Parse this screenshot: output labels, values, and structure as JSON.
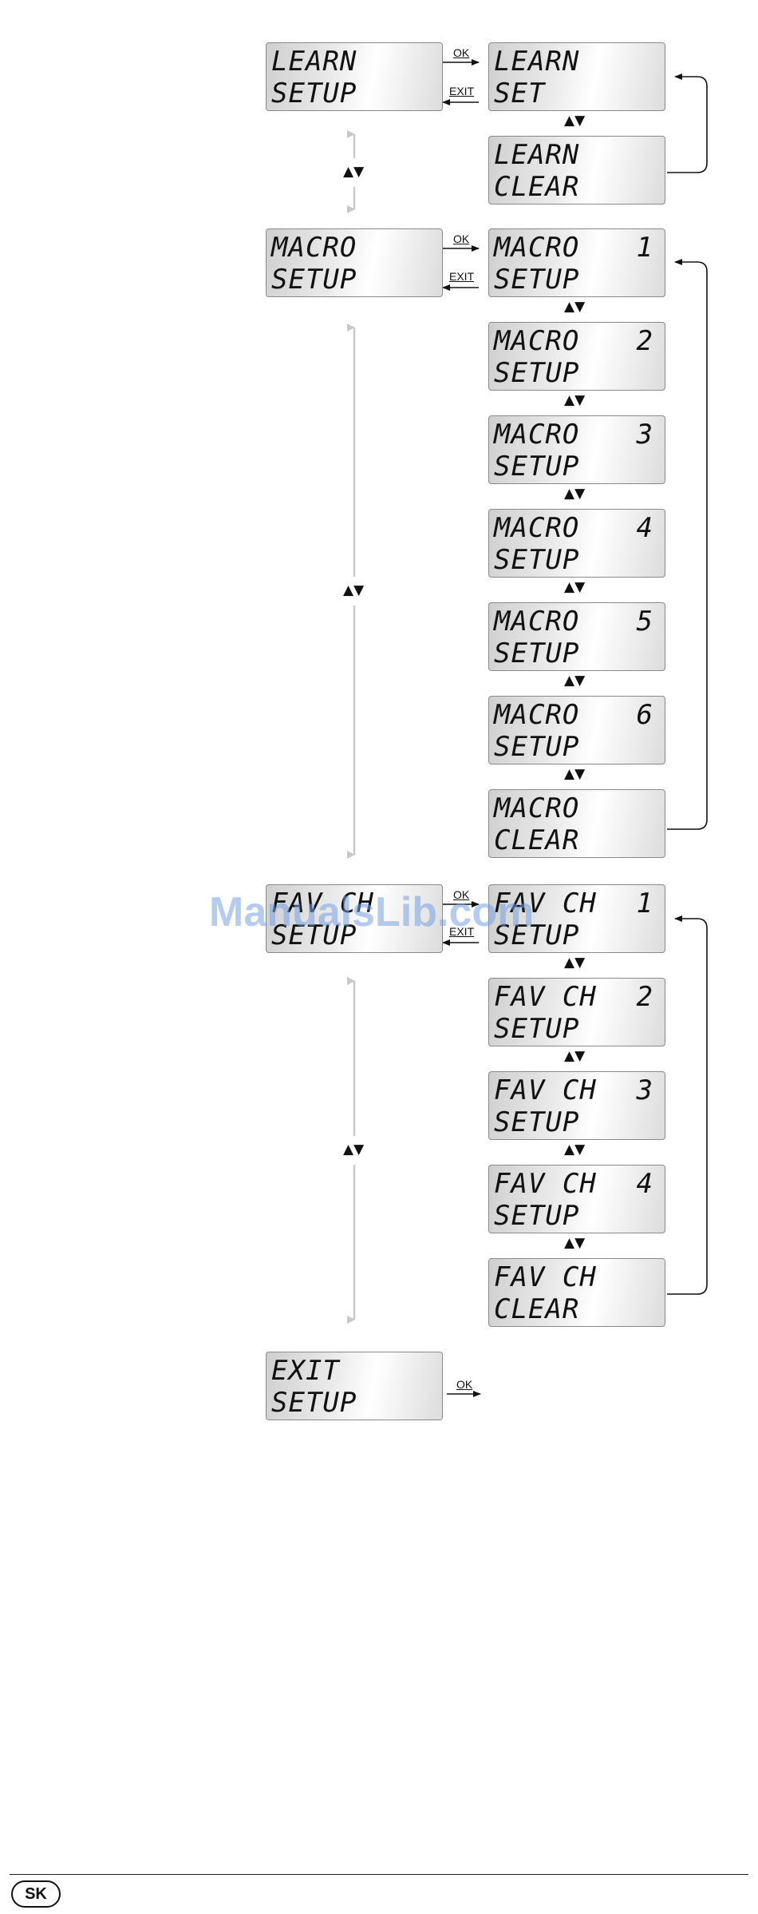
{
  "labels": {
    "ok": "OK",
    "exit": "EXIT",
    "updown": "▲▼"
  },
  "menus": {
    "learn": {
      "main": {
        "line1": "LEARN",
        "line2": "SETUP"
      },
      "items": [
        {
          "line1": "LEARN",
          "line2": "SET",
          "num": ""
        },
        {
          "line1": "LEARN",
          "line2": "CLEAR",
          "num": ""
        }
      ]
    },
    "macro": {
      "main": {
        "line1": "MACRO",
        "line2": "SETUP"
      },
      "items": [
        {
          "line1": "MACRO",
          "line2": "SETUP",
          "num": "1"
        },
        {
          "line1": "MACRO",
          "line2": "SETUP",
          "num": "2"
        },
        {
          "line1": "MACRO",
          "line2": "SETUP",
          "num": "3"
        },
        {
          "line1": "MACRO",
          "line2": "SETUP",
          "num": "4"
        },
        {
          "line1": "MACRO",
          "line2": "SETUP",
          "num": "5"
        },
        {
          "line1": "MACRO",
          "line2": "SETUP",
          "num": "6"
        },
        {
          "line1": "MACRO",
          "line2": "CLEAR",
          "num": ""
        }
      ]
    },
    "favch": {
      "main": {
        "line1": "FAV CH",
        "line2": "SETUP"
      },
      "items": [
        {
          "line1": "FAV CH",
          "line2": "SETUP",
          "num": "1"
        },
        {
          "line1": "FAV CH",
          "line2": "SETUP",
          "num": "2"
        },
        {
          "line1": "FAV CH",
          "line2": "SETUP",
          "num": "3"
        },
        {
          "line1": "FAV CH",
          "line2": "SETUP",
          "num": "4"
        },
        {
          "line1": "FAV CH",
          "line2": "CLEAR",
          "num": ""
        }
      ]
    },
    "exit": {
      "main": {
        "line1": "EXIT",
        "line2": "SETUP"
      }
    }
  },
  "watermark": "ManualsLib.com",
  "footer": {
    "language_badge": "SK"
  }
}
